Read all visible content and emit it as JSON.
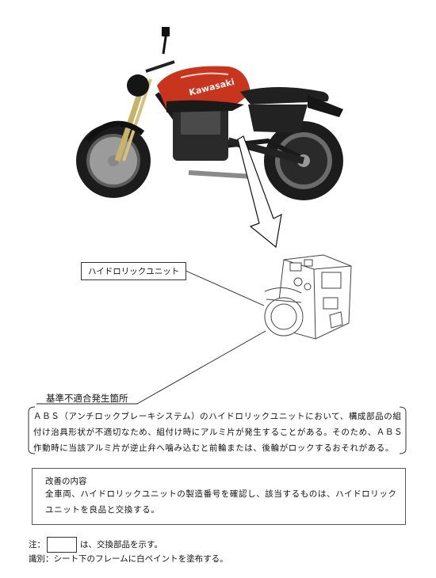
{
  "hydraulic_unit_label": "ハイドロリックユニット",
  "defect_section": {
    "heading": "基準不適合発生箇所",
    "text": "ＡＢＳ（アンチロックブレーキシステム）のハイドロリックユニットにおいて、構成部品の組付け治具形状が不適切なため、組付け時にアルミ片が発生することがある。そのため、ＡＢＳ作動時に当該アルミ片が逆止弁へ噛み込むと前輪または、後輪がロックするおそれがある。"
  },
  "remedy_section": {
    "heading": "改善の内容",
    "text": "全車両、ハイドロリックユニットの製造番号を確認し、該当するものは、ハイドロリックユニットを良品と交換する。"
  },
  "notes": {
    "note_prefix": "注：",
    "note_suffix": "は、交換部品を示す。",
    "id_line": "識別：シート下のフレームに白ペイントを塗布する。"
  },
  "motorcycle_logo": "Kawasaki",
  "colors": {
    "tank_red": "#c8351e",
    "body_black": "#1a1a1a"
  }
}
